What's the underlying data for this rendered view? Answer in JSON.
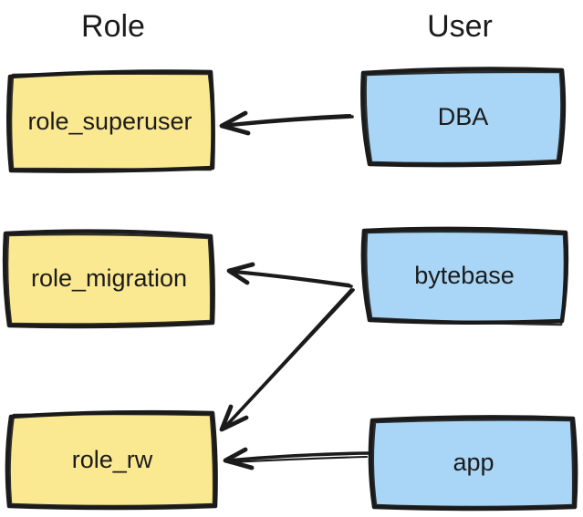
{
  "headers": {
    "role": "Role",
    "user": "User"
  },
  "role_nodes": [
    {
      "label": "role_superuser"
    },
    {
      "label": "role_migration"
    },
    {
      "label": "role_rw"
    }
  ],
  "user_nodes": [
    {
      "label": "DBA"
    },
    {
      "label": "bytebase"
    },
    {
      "label": "app"
    }
  ],
  "edges": [
    {
      "from": "DBA",
      "to": "role_superuser"
    },
    {
      "from": "bytebase",
      "to": "role_migration"
    },
    {
      "from": "bytebase",
      "to": "role_rw"
    },
    {
      "from": "app",
      "to": "role_rw"
    }
  ],
  "colors": {
    "background": "#ffffff",
    "role_fill": "#fbe992",
    "user_fill": "#a9d6f6",
    "stroke": "#1b1b1b",
    "text": "#1b1b1b"
  }
}
